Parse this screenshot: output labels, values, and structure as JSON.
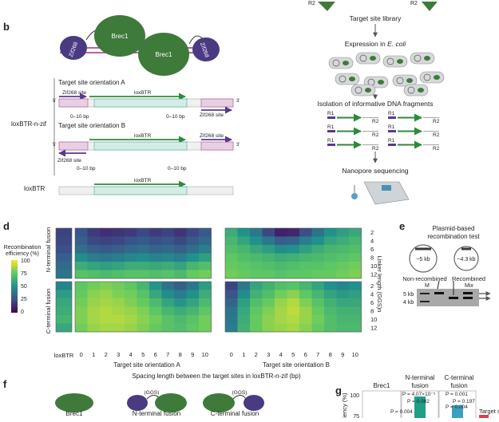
{
  "panel_labels": {
    "b": "b",
    "d": "d",
    "e": "e",
    "f": "f",
    "g": "g"
  },
  "panel_b": {
    "protein_brec1": "Brec1",
    "protein_zif": "Zif268",
    "construct_name": "loxBTR-n-zif",
    "construct_ref": "loxBTR",
    "orientation_a": "Target site orientation A",
    "orientation_b": "Target site orientation B",
    "zif_site": "Zif268 site",
    "loxbtr": "loxBTR",
    "spacer": "0–10 bp",
    "five": "5′",
    "three": "3′"
  },
  "workflow": {
    "r2": "R2",
    "library": "Target site library",
    "expression": "Expression in",
    "organism": "E. coli",
    "isolation": "Isolation of informative DNA fragments",
    "r1": "R1",
    "sequencing": "Nanopore sequencing"
  },
  "panel_d": {
    "colorbar_title_1": "Recombination",
    "colorbar_title_2": "efficiency (%)",
    "colorbar_ticks": [
      "100",
      "75",
      "50",
      "25",
      "0"
    ],
    "row_label_n": "N-terminal fusion",
    "row_label_c": "C-terminal fusion",
    "loxbtr": "loxBTR",
    "xlabel_a": "Target site orientation A",
    "xlabel_b": "Target site orientation B",
    "xlabel_main": "Spacing length between the target sites in loxBTR-n-zif (bp)",
    "ylabel": "Linker length (GGS)n"
  },
  "chart_data": {
    "type": "heatmap",
    "x": [
      "0",
      "1",
      "2",
      "3",
      "4",
      "5",
      "6",
      "7",
      "8",
      "9",
      "10"
    ],
    "y": [
      "2",
      "4",
      "6",
      "8",
      "10",
      "12"
    ],
    "colorscale": "viridis",
    "vrange": [
      0,
      100
    ],
    "n_fusion_loxbtr": [
      20,
      22,
      24,
      30,
      35,
      38
    ],
    "c_fusion_loxbtr": [
      45,
      55,
      60,
      62,
      65,
      60
    ],
    "n_fusion_a": [
      [
        26,
        18,
        14,
        16,
        18,
        22,
        18,
        20,
        16,
        22,
        28
      ],
      [
        30,
        22,
        20,
        22,
        25,
        28,
        24,
        26,
        22,
        28,
        34
      ],
      [
        36,
        30,
        28,
        30,
        34,
        36,
        32,
        34,
        30,
        36,
        42
      ],
      [
        48,
        42,
        40,
        42,
        46,
        48,
        44,
        46,
        42,
        50,
        56
      ],
      [
        62,
        58,
        56,
        58,
        62,
        62,
        60,
        62,
        58,
        66,
        70
      ],
      [
        72,
        70,
        68,
        70,
        72,
        72,
        70,
        72,
        68,
        76,
        78
      ]
    ],
    "n_fusion_b": [
      [
        62,
        50,
        40,
        22,
        10,
        12,
        24,
        38,
        50,
        56,
        60
      ],
      [
        66,
        58,
        50,
        40,
        30,
        32,
        42,
        50,
        58,
        62,
        66
      ],
      [
        70,
        66,
        60,
        55,
        48,
        50,
        56,
        62,
        66,
        68,
        70
      ],
      [
        74,
        70,
        68,
        65,
        62,
        64,
        66,
        68,
        70,
        72,
        74
      ],
      [
        76,
        74,
        72,
        70,
        68,
        70,
        72,
        72,
        74,
        76,
        78
      ],
      [
        78,
        76,
        74,
        74,
        72,
        74,
        74,
        76,
        76,
        78,
        80
      ]
    ],
    "c_fusion_a": [
      [
        74,
        78,
        80,
        78,
        74,
        66,
        52,
        38,
        30,
        40,
        55
      ],
      [
        76,
        82,
        84,
        80,
        78,
        72,
        60,
        48,
        42,
        50,
        62
      ],
      [
        78,
        84,
        86,
        84,
        80,
        76,
        68,
        58,
        52,
        58,
        68
      ],
      [
        80,
        86,
        88,
        86,
        84,
        80,
        74,
        66,
        62,
        66,
        74
      ],
      [
        80,
        86,
        88,
        88,
        86,
        82,
        78,
        72,
        68,
        72,
        78
      ],
      [
        78,
        84,
        86,
        86,
        84,
        80,
        76,
        72,
        70,
        74,
        78
      ]
    ],
    "c_fusion_b": [
      [
        20,
        40,
        58,
        64,
        70,
        72,
        66,
        58,
        50,
        46,
        50
      ],
      [
        26,
        48,
        64,
        70,
        78,
        82,
        74,
        66,
        58,
        54,
        56
      ],
      [
        32,
        56,
        70,
        76,
        84,
        88,
        80,
        72,
        64,
        60,
        60
      ],
      [
        38,
        60,
        74,
        80,
        86,
        90,
        84,
        76,
        68,
        64,
        64
      ],
      [
        40,
        62,
        76,
        82,
        86,
        88,
        84,
        78,
        70,
        66,
        66
      ],
      [
        42,
        64,
        76,
        82,
        84,
        86,
        82,
        76,
        70,
        68,
        68
      ]
    ]
  },
  "panel_e": {
    "title_1": "Plasmid-based",
    "title_2": "recombination test",
    "plasmid_1": "~5 kb",
    "plasmid_2": "~4.3 kb",
    "state_1": "Non-recombined",
    "state_2": "Recombined",
    "lane_m": "M",
    "lane_mix": "Mix",
    "marker_5": "5 kb",
    "marker_4": "4 kb"
  },
  "panel_f": {
    "label_1": "Brec1",
    "label_2": "N-terminal fusion",
    "label_3": "C-terminal fusion",
    "linker": "(GGS)"
  },
  "panel_g": {
    "col_1": "Brec1",
    "col_2a": "N-terminal",
    "col_2b": "fusion",
    "col_3a": "C-terminal",
    "col_3b": "fusion",
    "ylabel": "ciency (%)",
    "tick_100": "100",
    "tick_75": "75",
    "p_n1": "P = 4.07×10⁻⁵",
    "p_n2": "P = 0.082",
    "p_n3": "P = 0.004",
    "p_c1": "P = 0.001",
    "p_c2": "P = 0.197",
    "p_c3": "P = 0.004",
    "legend_title": "Target site"
  },
  "colors": {
    "brec": "#3e7a3a",
    "zif": "#4a3a82",
    "green_arrow": "#2e8a3a",
    "purple_arrow": "#5a3a8a",
    "magenta": "#a0307a",
    "teal": "#2a9a8a",
    "bar_n": "#1f9e89",
    "bar_c": "#3aa0c0",
    "red": "#e04040"
  }
}
